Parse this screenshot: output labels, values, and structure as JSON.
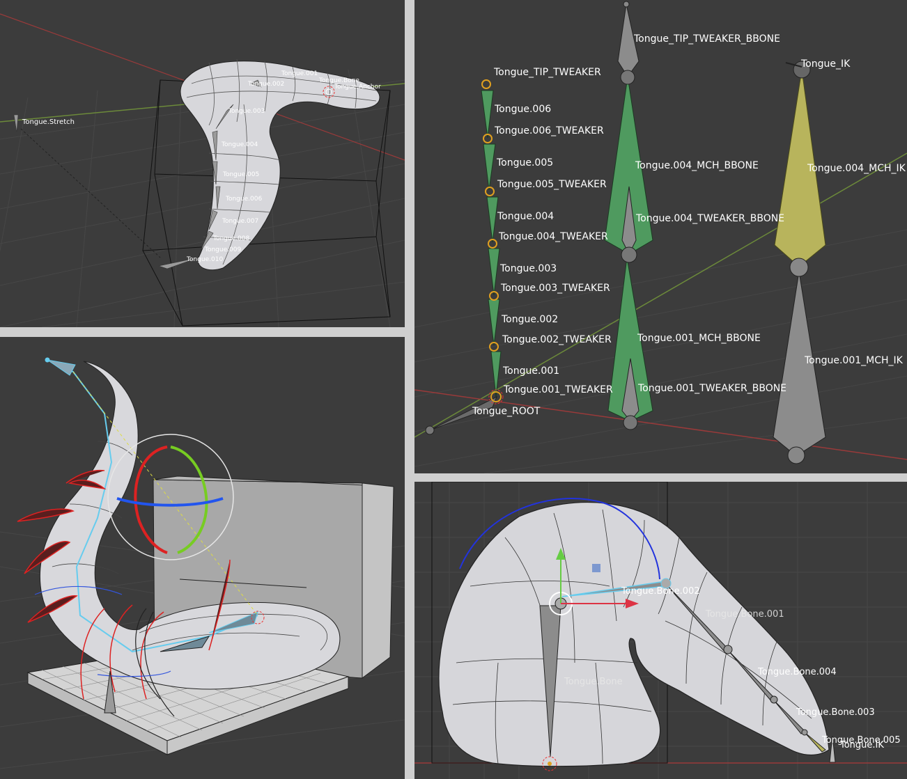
{
  "viewport_tl": {
    "labels": {
      "stretch": "Tongue.Stretch",
      "b001": "Tongue.001",
      "b002": "Tongue.002",
      "b003": "Tongue.003",
      "b004": "Tongue.004",
      "b005": "Tongue.005",
      "b006": "Tongue.006",
      "b007": "Tongue.007",
      "b008": "Tongue.008",
      "b009": "Tongue.009",
      "b010": "Tongue.010",
      "bone": "Tongue.Bone",
      "anchor": "Tongue.Anchor"
    }
  },
  "viewport_tr": {
    "labels": {
      "tip_tweaker_bbone": "Tongue_TIP_TWEAKER_BBONE",
      "tip_tweaker": "Tongue_TIP_TWEAKER",
      "ik": "Tongue_IK",
      "t006": "Tongue.006",
      "t006_tweaker": "Tongue.006_TWEAKER",
      "t005": "Tongue.005",
      "t005_tweaker": "Tongue.005_TWEAKER",
      "t004": "Tongue.004",
      "t004_tweaker": "Tongue.004_TWEAKER",
      "t003": "Tongue.003",
      "t003_tweaker": "Tongue.003_TWEAKER",
      "t002": "Tongue.002",
      "t002_tweaker": "Tongue.002_TWEAKER",
      "t001": "Tongue.001",
      "t001_tweaker": "Tongue.001_TWEAKER",
      "root": "Tongue_ROOT",
      "t004_mch_bbone": "Tongue.004_MCH_BBONE",
      "t004_tweaker_bbone": "Tongue.004_TWEAKER_BBONE",
      "t001_mch_bbone": "Tongue.001_MCH_BBONE",
      "t001_tweaker_bbone": "Tongue.001_TWEAKER_BBONE",
      "t004_mch_ik": "Tongue.004_MCH_IK",
      "t001_mch_ik": "Tongue.001_MCH_IK"
    }
  },
  "viewport_br": {
    "labels": {
      "bone002": "Tongue.Bone.002",
      "bone001": "Tongue.Bone.001",
      "bone": "Tongue.Bone",
      "bone004": "Tongue.Bone.004",
      "bone003": "Tongue.Bone.003",
      "bone005": "Tongue.Bone.005",
      "ik": "Tongue.IK"
    }
  },
  "colors": {
    "viewport_bg": "#3c3c3c",
    "grid": "#4a4a4a",
    "x_axis": "#9a3a3a",
    "y_axis": "#6c8a3a",
    "bone_green": "#4f9a5f",
    "bone_yellow": "#b8b45c",
    "bone_gray": "#8c8c8c",
    "mesh": "#d8d8dc",
    "tweaker_orange": "#e0a020"
  }
}
